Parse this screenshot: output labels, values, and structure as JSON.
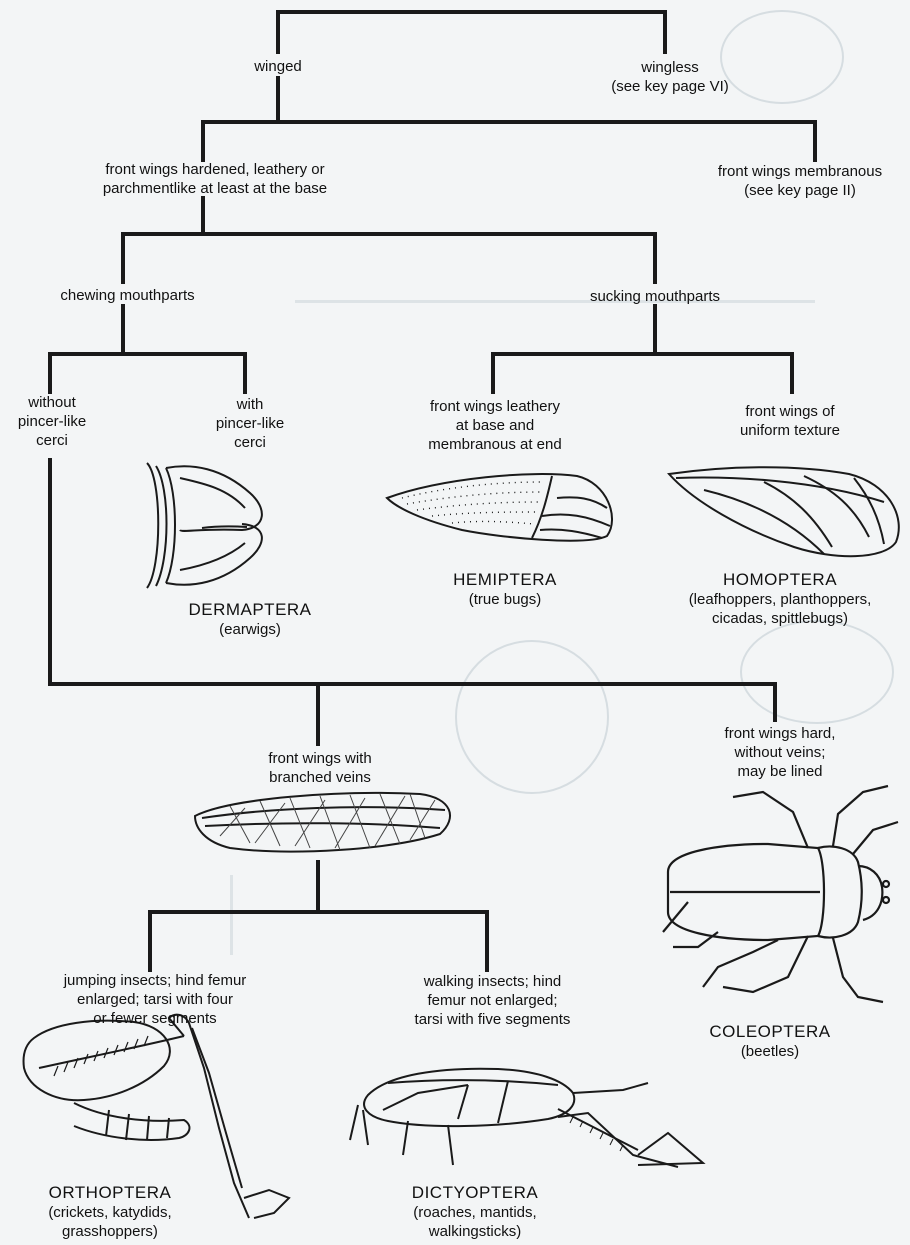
{
  "key": {
    "winged": "winged",
    "wingless": "wingless\n(see key page VI)",
    "front_hardened": "front wings hardened, leathery or\nparchmentlike at least at the base",
    "front_membranous": "front wings membranous\n(see key page II)",
    "chewing": "chewing mouthparts",
    "sucking": "sucking mouthparts",
    "without_cerci": "without\npincer-like\ncerci",
    "with_cerci": "with\npincer-like\ncerci",
    "leathery_base": "front wings leathery\nat base and\nmembranous at end",
    "uniform_texture": "front wings of\nuniform texture",
    "dermaptera": "DERMAPTERA",
    "dermaptera_common": "(earwigs)",
    "hemiptera": "HEMIPTERA",
    "hemiptera_common": "(true bugs)",
    "homoptera": "HOMOPTERA",
    "homoptera_common": "(leafhoppers, planthoppers,\ncicadas, spittlebugs)",
    "branched_veins": "front wings with\nbranched veins",
    "hard_no_veins": "front wings hard,\nwithout veins;\nmay be lined",
    "jumping": "jumping insects; hind femur\nenlarged; tarsi with four\nor fewer segments",
    "walking": "walking insects; hind\nfemur not enlarged;\ntarsi with five segments",
    "coleoptera": "COLEOPTERA",
    "coleoptera_common": "(beetles)",
    "orthoptera": "ORTHOPTERA",
    "orthoptera_common": "(crickets, katydids,\ngrasshoppers)",
    "dictyoptera": "DICTYOPTERA",
    "dictyoptera_common": "(roaches, mantids,\nwalkingsticks)"
  },
  "colors": {
    "line": "#1a1a1a",
    "paper": "#f3f5f6",
    "ghost": "#d6dde1"
  }
}
